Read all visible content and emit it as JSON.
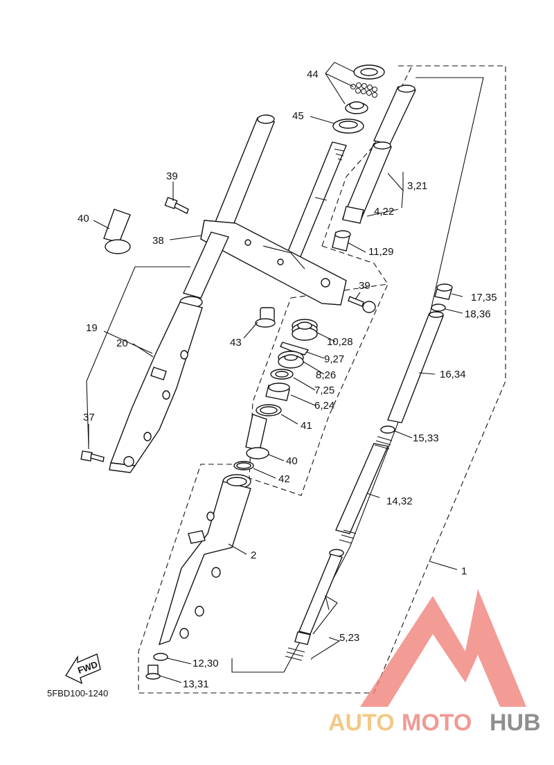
{
  "diagram": {
    "code": "5FBD100-1240",
    "fwd_label": "FWD",
    "labels": {
      "l1": "1",
      "l2": "2",
      "l3_21": "3,21",
      "l4_22": "4,22",
      "l5_23": "5,23",
      "l6_24": "6,24",
      "l7_25": "7,25",
      "l8_26": "8,26",
      "l9_27": "9,27",
      "l10_28": "10,28",
      "l11_29": "11,29",
      "l12_30": "12,30",
      "l13_31": "13,31",
      "l14_32": "14,32",
      "l15_33": "15,33",
      "l16_34": "16,34",
      "l17_35": "17,35",
      "l18_36": "18,36",
      "l19": "19",
      "l20": "20",
      "l37": "37",
      "l38": "38",
      "l39a": "39",
      "l39b": "39",
      "l40a": "40",
      "l40b": "40",
      "l41": "41",
      "l42": "42",
      "l43": "43",
      "l44": "44",
      "l45": "45"
    }
  },
  "watermark": {
    "part1": "AUTO",
    "part2": "MOTO",
    "part3": "HUB",
    "colors": {
      "auto": "#f3c987",
      "moto": "#f19a93",
      "hub": "#8f8f8f",
      "logo": "#f07f78"
    }
  }
}
